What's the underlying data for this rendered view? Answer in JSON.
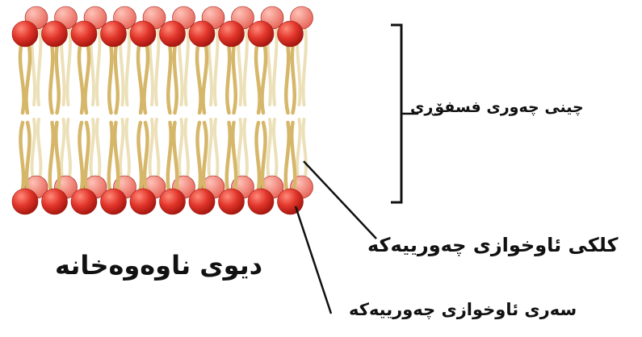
{
  "diagram": {
    "labels": {
      "bilayer": "چینی چەوری فسفۆڕی",
      "tail": "کلکی ئاوخوازی چەورییەکە",
      "head": "سەری ئاوخوازی چەورییەکە",
      "membrane": "دیوی ناوەوەخانە"
    },
    "colors": {
      "head_front": "#e1342a",
      "head_back": "#f08478",
      "tail_front": "#d6b76a",
      "tail_back": "#ece0b8",
      "line": "#111111"
    }
  }
}
